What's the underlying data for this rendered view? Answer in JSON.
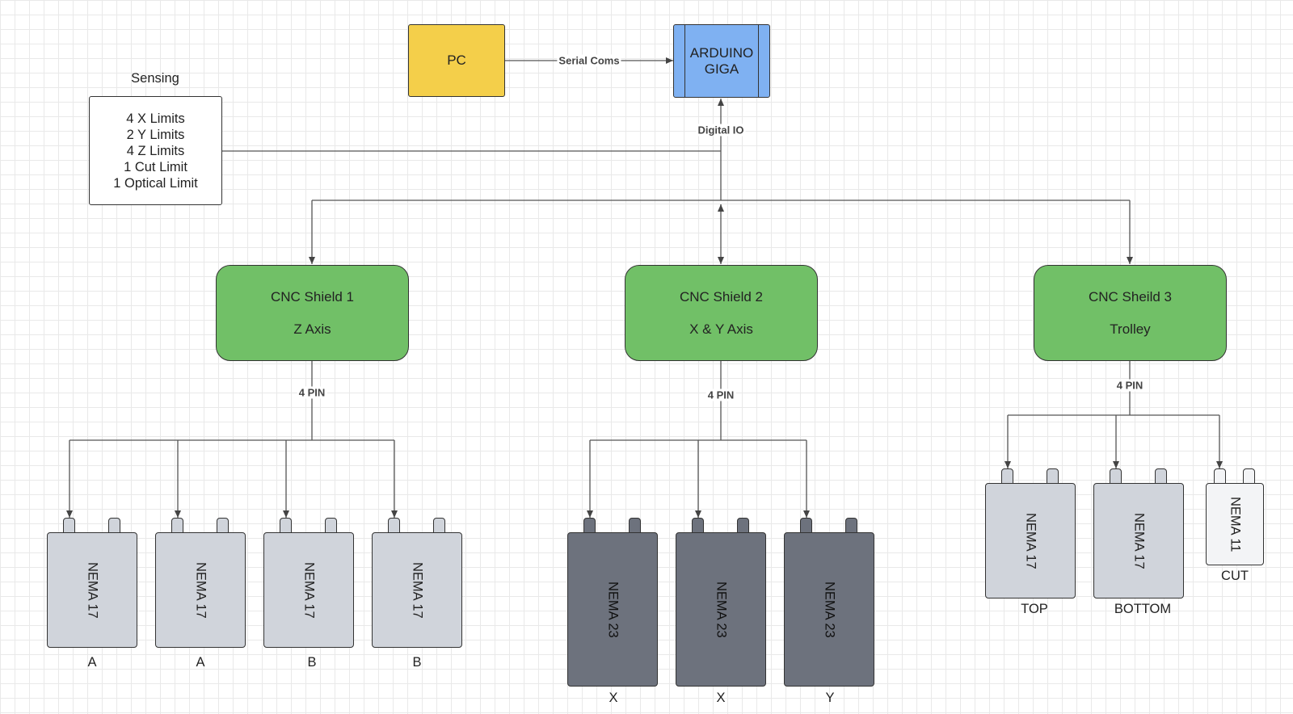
{
  "pc": {
    "label": "PC"
  },
  "arduino": {
    "line1": "ARDUINO",
    "line2": "GIGA"
  },
  "sensing": {
    "title": "Sensing",
    "items": [
      "4 X Limits",
      "2 Y Limits",
      "4 Z Limits",
      "1 Cut Limit",
      "1 Optical Limit"
    ]
  },
  "connections": {
    "serial": "Serial Coms",
    "digital_io": "Digital IO"
  },
  "shields": [
    {
      "name": "CNC Shield 1",
      "sub": "Z Axis",
      "pin_label": "4 PIN"
    },
    {
      "name": "CNC Shield 2",
      "sub": "X & Y Axis",
      "pin_label": "4 PIN"
    },
    {
      "name": "CNC Sheild 3",
      "sub": "Trolley",
      "pin_label": "4 PIN"
    }
  ],
  "motors": [
    {
      "model": "NEMA 17",
      "caption": "A"
    },
    {
      "model": "NEMA 17",
      "caption": "A"
    },
    {
      "model": "NEMA 17",
      "caption": "B"
    },
    {
      "model": "NEMA 17",
      "caption": "B"
    },
    {
      "model": "NEMA 23",
      "caption": "X"
    },
    {
      "model": "NEMA 23",
      "caption": "X"
    },
    {
      "model": "NEMA 23",
      "caption": "Y"
    },
    {
      "model": "NEMA 17",
      "caption": "TOP"
    },
    {
      "model": "NEMA 17",
      "caption": "BOTTOM"
    },
    {
      "model": "NEMA 11",
      "caption": "CUT"
    }
  ],
  "colors": {
    "pc": "#f4cf4a",
    "arduino": "#7fb1f2",
    "shield": "#71c067",
    "nema17": "#d0d4db",
    "nema23": "#6d727d",
    "nema11": "#f3f4f6"
  }
}
